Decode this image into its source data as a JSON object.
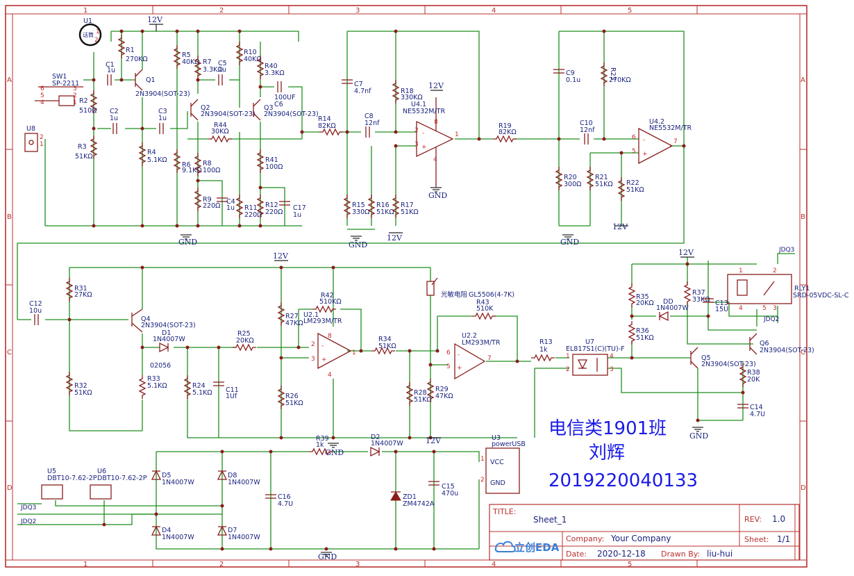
{
  "sheet": {
    "grid_columns": [
      "1",
      "2",
      "3",
      "4",
      "5"
    ],
    "grid_rows": [
      "A",
      "B",
      "C",
      "D"
    ]
  },
  "nets": {
    "vcc": "12V",
    "gnd": "GND",
    "jdq3": "JDQ3",
    "jdq2": "JDQ2"
  },
  "components": {
    "U1": {
      "ref": "U1",
      "val": "话筒",
      "pin1": "1",
      "pin2": "2"
    },
    "R1": {
      "ref": "R1",
      "val": "270KΩ"
    },
    "C1": {
      "ref": "C1",
      "val": "1u"
    },
    "Q1": {
      "ref": "Q1",
      "val": "2N3904(SOT-23)"
    },
    "SW1": {
      "ref": "SW1",
      "val": "SP-2211",
      "pins": [
        "6",
        "5",
        "4",
        "3",
        "2",
        "1"
      ]
    },
    "R2": {
      "ref": "R2",
      "val": "510Ω"
    },
    "C2": {
      "ref": "C2",
      "val": "1u"
    },
    "C3": {
      "ref": "C3",
      "val": "1u"
    },
    "U8": {
      "ref": "U8",
      "pin2": "2",
      "pin1": "1"
    },
    "R3": {
      "ref": "R3",
      "val": "51KΩ"
    },
    "R4": {
      "ref": "R4",
      "val": "5.1KΩ"
    },
    "R5": {
      "ref": "R5",
      "val": "40KΩ"
    },
    "R7": {
      "ref": "R7",
      "val": "3.3KΩ"
    },
    "C5": {
      "ref": "C5",
      "val": "1u"
    },
    "Q2": {
      "ref": "Q2",
      "val": "2N3904(SOT-23)"
    },
    "R44": {
      "ref": "R44",
      "val": "30KΩ"
    },
    "R6": {
      "ref": "R6",
      "val": "9.1KΩ"
    },
    "R8": {
      "ref": "R8",
      "val": "100Ω"
    },
    "R9": {
      "ref": "R9",
      "val": "220Ω"
    },
    "C4": {
      "ref": "C4",
      "val": "1u"
    },
    "R10": {
      "ref": "R10",
      "val": "40KΩ"
    },
    "R40": {
      "ref": "R40",
      "val": "3.3KΩ"
    },
    "C6": {
      "ref": "C6",
      "val": "100UF"
    },
    "Q3": {
      "ref": "Q3",
      "val": "2N3904(SOT-23)"
    },
    "R41": {
      "ref": "R41",
      "val": "100Ω"
    },
    "R11": {
      "ref": "R11",
      "val": "220Ω"
    },
    "R12": {
      "ref": "R12",
      "val": "220Ω"
    },
    "C17": {
      "ref": "C17",
      "val": "1u"
    },
    "R14": {
      "ref": "R14",
      "val": "82KΩ"
    },
    "C7": {
      "ref": "C7",
      "val": "4.7nf"
    },
    "C8": {
      "ref": "C8",
      "val": "12nf"
    },
    "R18": {
      "ref": "R18",
      "val": "330KΩ"
    },
    "U41": {
      "ref": "U4.1",
      "val": "NE5532M/TR"
    },
    "R15": {
      "ref": "R15",
      "val": "330Ω"
    },
    "R16": {
      "ref": "R16",
      "val": "51KΩ"
    },
    "R17": {
      "ref": "R17",
      "val": "51KΩ"
    },
    "R19": {
      "ref": "R19",
      "val": "82KΩ"
    },
    "C9": {
      "ref": "C9",
      "val": "0.1u"
    },
    "R23": {
      "ref": "R23",
      "val": "270KΩ"
    },
    "C10": {
      "ref": "C10",
      "val": "12nf"
    },
    "U42": {
      "ref": "U4.2",
      "val": "NE5532M/TR"
    },
    "R20": {
      "ref": "R20",
      "val": "300Ω"
    },
    "R21": {
      "ref": "R21",
      "val": "51KΩ"
    },
    "R22": {
      "ref": "R22",
      "val": "51KΩ"
    },
    "C12": {
      "ref": "C12",
      "val": "10u"
    },
    "R31": {
      "ref": "R31",
      "val": "27KΩ"
    },
    "Q4": {
      "ref": "Q4",
      "val": "2N3904(SOT-23)"
    },
    "D1": {
      "ref": "D1",
      "val": "1N4007W"
    },
    "R32": {
      "ref": "R32",
      "val": "51KΩ"
    },
    "R33": {
      "ref": "R33",
      "val": "5.1KΩ"
    },
    "R24": {
      "ref": "R24",
      "val": "5.1KΩ"
    },
    "C11": {
      "ref": "C11",
      "val": "1Uf"
    },
    "R25": {
      "ref": "R25",
      "val": "20KΩ"
    },
    "R27": {
      "ref": "R27",
      "val": "47KΩ"
    },
    "R42": {
      "ref": "R42",
      "val": "510KΩ"
    },
    "U21": {
      "ref": "U2.1",
      "val": "LM293M/TR"
    },
    "R26": {
      "ref": "R26",
      "val": "51KΩ"
    },
    "R34": {
      "ref": "R34",
      "val": "51KΩ"
    },
    "LDR": {
      "ref": "光敏电阻",
      "val": "GL5506(4-7K)"
    },
    "R43": {
      "ref": "R43",
      "val": "510K"
    },
    "U22": {
      "ref": "U2.2",
      "val": "LM293M/TR"
    },
    "R28": {
      "ref": "R28",
      "val": "51KΩ"
    },
    "R29": {
      "ref": "R29",
      "val": "47KΩ"
    },
    "R13": {
      "ref": "R13",
      "val": "1k"
    },
    "U7": {
      "ref": "U7",
      "val": "EL817S1(C)(TU)-F"
    },
    "R35": {
      "ref": "R35",
      "val": "20KΩ"
    },
    "DD": {
      "ref": "DD",
      "val": "1N4007W"
    },
    "R37": {
      "ref": "R37",
      "val": "33KΩ"
    },
    "C13": {
      "ref": "C13",
      "val": "15U"
    },
    "R36": {
      "ref": "R36",
      "val": "51KΩ"
    },
    "Q5": {
      "ref": "Q5",
      "val": "2N3904(SOT-23)"
    },
    "Q6": {
      "ref": "Q6",
      "val": "2N3904(SOT-23)"
    },
    "R38": {
      "ref": "R38",
      "val": "20K"
    },
    "C14": {
      "ref": "C14",
      "val": "4.7U"
    },
    "RLY1": {
      "ref": "RLY1",
      "val": "SRD-05VDC-SL-C"
    },
    "U5": {
      "ref": "U5",
      "val": "DBT10-7.62-2P"
    },
    "U6": {
      "ref": "U6",
      "val": "DBT10-7.62-2P"
    },
    "D5": {
      "ref": "D5",
      "val": "1N4007W"
    },
    "D8": {
      "ref": "D8",
      "val": "1N4007W"
    },
    "D4": {
      "ref": "D4",
      "val": "1N4007W"
    },
    "D7": {
      "ref": "D7",
      "val": "1N4007W"
    },
    "C16": {
      "ref": "C16",
      "val": "4.7U"
    },
    "R39": {
      "ref": "R39",
      "val": "1k"
    },
    "D2": {
      "ref": "D2",
      "val": "1N4007W"
    },
    "ZD1": {
      "ref": "ZD1",
      "val": "ZM4742A"
    },
    "C15": {
      "ref": "C15",
      "val": "470u"
    },
    "U3": {
      "ref": "U3",
      "val": "powerUSB",
      "pin_vcc": "VCC",
      "pin_gnd": "GND"
    }
  },
  "annotation": {
    "code": "02056",
    "line1": "电信类1901班",
    "line2": "刘辉",
    "line3": "2019220040133"
  },
  "title_block": {
    "title_label": "TITLE:",
    "title": "Sheet_1",
    "rev_label": "REV:",
    "rev": "1.0",
    "company_label": "Company:",
    "company": "Your Company",
    "sheet_label": "Sheet:",
    "sheet": "1/1",
    "date_label": "Date:",
    "date": "2020-12-18",
    "drawn_label": "Drawn By:",
    "drawn": "liu-hui",
    "logo": "立创EDA"
  },
  "colors": {
    "frame": "#b8312f",
    "wire": "#1e8e1e",
    "part": "#8a1c1c",
    "text": "#1a237e",
    "annotation": "#1a1ae6"
  }
}
